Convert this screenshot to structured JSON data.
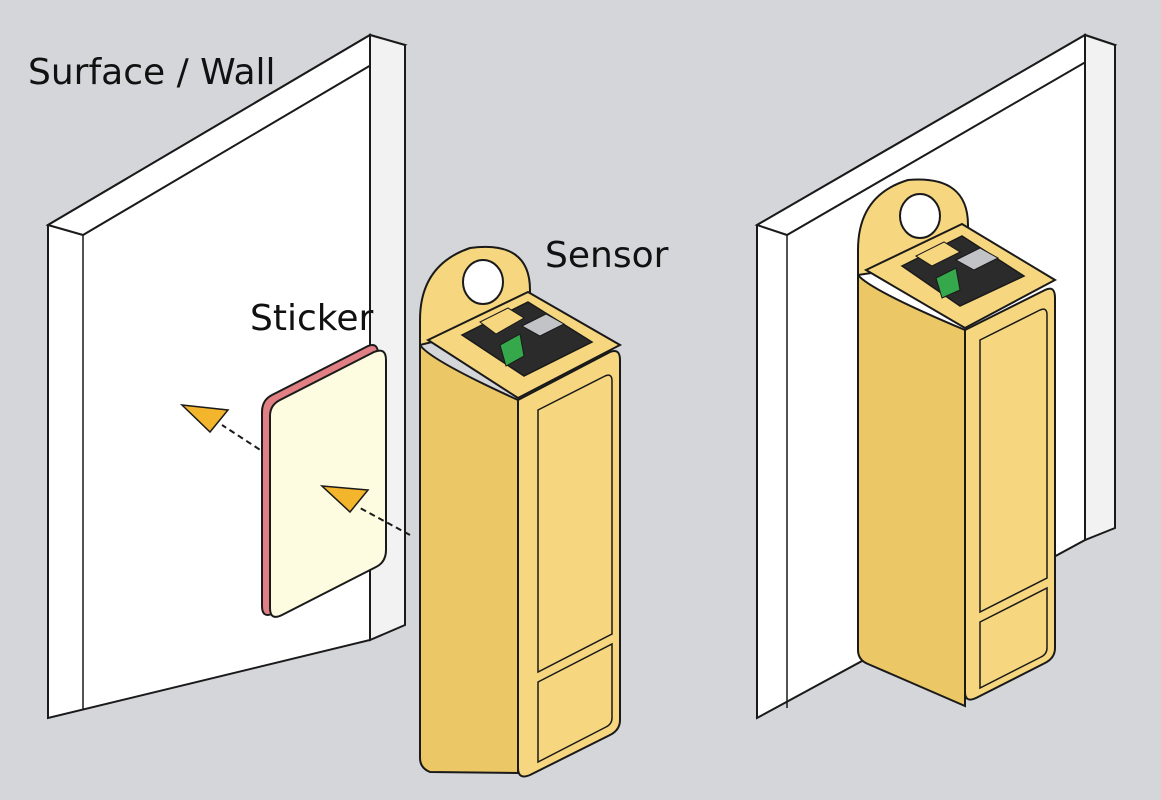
{
  "labels": {
    "surface": "Surface / Wall",
    "sticker": "Sticker",
    "sensor": "Sensor"
  },
  "colors": {
    "background": "#d5d6da",
    "wall_face": "#ffffff",
    "wall_side": "#f2f2f2",
    "sticker_face": "#fdfbe0",
    "sticker_edge": "#e07f84",
    "sensor_body": "#f6d77f",
    "sensor_shade": "#ebc766",
    "circuit_green": "#34a84a",
    "connector_gray": "#c2c3c6",
    "arrow": "#f2b52c",
    "outline": "#1a1a1a"
  },
  "icons": {
    "arrows": "dashed-arrow-icon",
    "hole": "mounting-hole-icon"
  }
}
